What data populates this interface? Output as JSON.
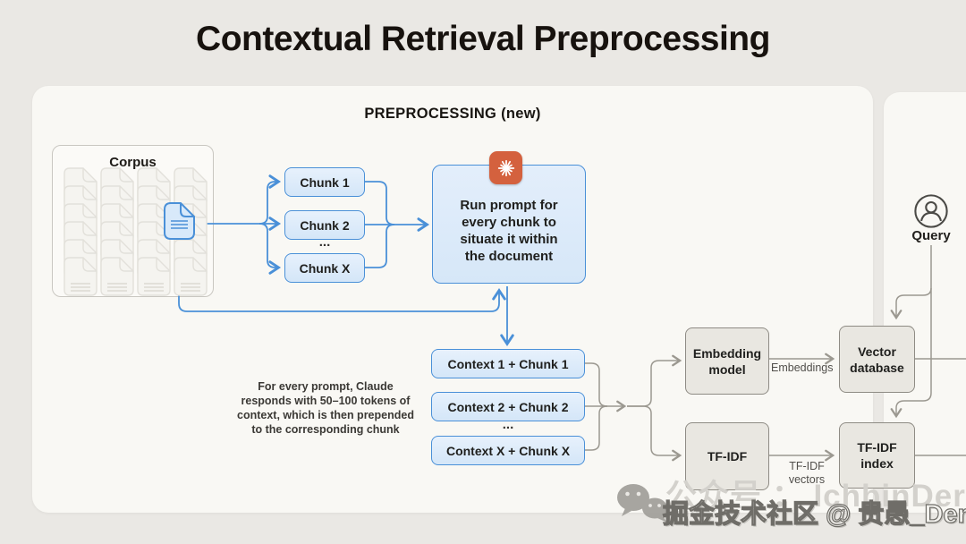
{
  "page": {
    "title": "Contextual Retrieval Preprocessing",
    "watermark_back": "公众号 ： IchbinDerek",
    "watermark_front": "掘金技术社区 @ 贵愚_Derek"
  },
  "panel": {
    "header": "PREPROCESSING (new)"
  },
  "corpus": {
    "label": "Corpus"
  },
  "chunks": {
    "items": [
      "Chunk 1",
      "Chunk 2",
      "Chunk X"
    ],
    "ellipsis": "..."
  },
  "prompt": {
    "lines": [
      "Run prompt for",
      "every chunk to",
      "situate it within",
      "the document"
    ],
    "icon": "claude-starburst-icon"
  },
  "contexts": {
    "items": [
      "Context 1 + Chunk 1",
      "Context 2 + Chunk 2",
      "Context X + Chunk X"
    ],
    "ellipsis": "..."
  },
  "caption": {
    "lines": [
      "For every prompt, Claude",
      "responds with 50–100 tokens of",
      "context, which is then prepended",
      "to the corresponding chunk"
    ]
  },
  "pipeline": {
    "embedding_model": "Embedding model",
    "vector_database": "Vector database",
    "tfidf": "TF-IDF",
    "tfidf_index": "TF-IDF index",
    "embeddings_label": "Embeddings",
    "tfidf_vectors_label": "TF-IDF vectors"
  },
  "query": {
    "label": "Query"
  },
  "colors": {
    "background": "#eae8e4",
    "panel": "#f9f8f4",
    "blue_border": "#4a90d8",
    "blue_fill": "#d9e9f9",
    "gray_border": "#8e8b84",
    "gray_fill": "#e9e7e1",
    "gray_line": "#9b9890",
    "claude_orange": "#d4613e"
  }
}
